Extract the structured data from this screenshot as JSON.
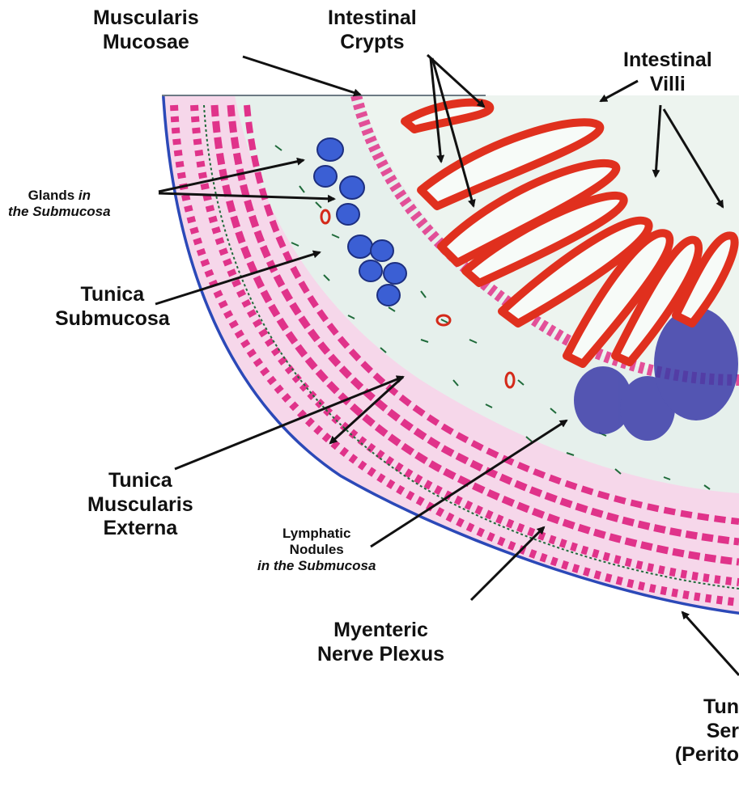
{
  "colors": {
    "background": "#ffffff",
    "label_text": "#111111",
    "arrow": "#111111",
    "mucosa_villus": "#e0301e",
    "submucosa_matrix": "#e6f0ec",
    "gland_blue": "#3b5fd4",
    "lymph_nodule_blue": "#3a3aa8",
    "muscle_magenta": "#e0338a",
    "muscle_background": "#f6d7ea",
    "serosa_blue": "#2b49b8",
    "fiber_green": "#1f6b3a"
  },
  "labels": {
    "muscularis_mucosae": [
      "Muscularis",
      "Mucosae"
    ],
    "intestinal_crypts": [
      "Intestinal",
      "Crypts"
    ],
    "intestinal_villi": [
      "Intestinal",
      "Villi"
    ],
    "glands_submucosa": {
      "line1_regular": "Glands ",
      "line1_italic": "in",
      "line2_italic": "the Submucosa"
    },
    "tunica_submucosa": [
      "Tunica",
      "Submucosa"
    ],
    "tunica_muscularis_externa": [
      "Tunica",
      "Muscularis",
      "Externa"
    ],
    "lymphatic_nodules": {
      "line1": "Lymphatic",
      "line2": "Nodules",
      "line3_italic": "in the Submucosa"
    },
    "myenteric_nerve_plexus": [
      "Myenteric",
      "Nerve Plexus"
    ],
    "tunica_serosa": [
      "Tun",
      "Ser",
      "(Perito"
    ]
  }
}
